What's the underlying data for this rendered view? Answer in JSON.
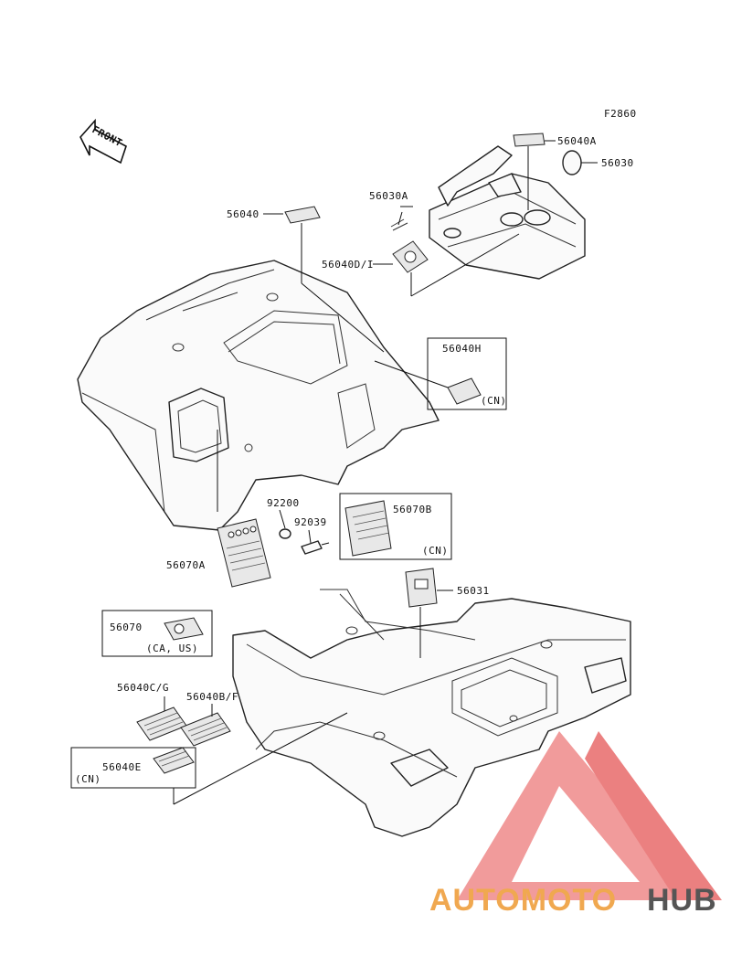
{
  "figure_code": "F2860",
  "front_label": "FRONT",
  "parts": {
    "p56040A": "56040A",
    "p56030": "56030",
    "p56030A": "56030A",
    "p56040": "56040",
    "p56040DI": "56040D/I",
    "p56040H": "56040H",
    "p92200": "92200",
    "p92039": "92039",
    "p56070B": "56070B",
    "p56070A": "56070A",
    "p56031": "56031",
    "p56070": "56070",
    "p56040CG": "56040C/G",
    "p56040BF": "56040B/F",
    "p56040E": "56040E"
  },
  "region_notes": {
    "cn_h": "(CN)",
    "cn_b": "(CN)",
    "ca_us": "(CA, US)",
    "cn_e": "(CN)"
  },
  "watermark": {
    "part1": "AUTOMOTO",
    "part2": "HUB",
    "color1": "#f0a850",
    "color2": "#555555",
    "triangle_color": "#e86a6a"
  }
}
